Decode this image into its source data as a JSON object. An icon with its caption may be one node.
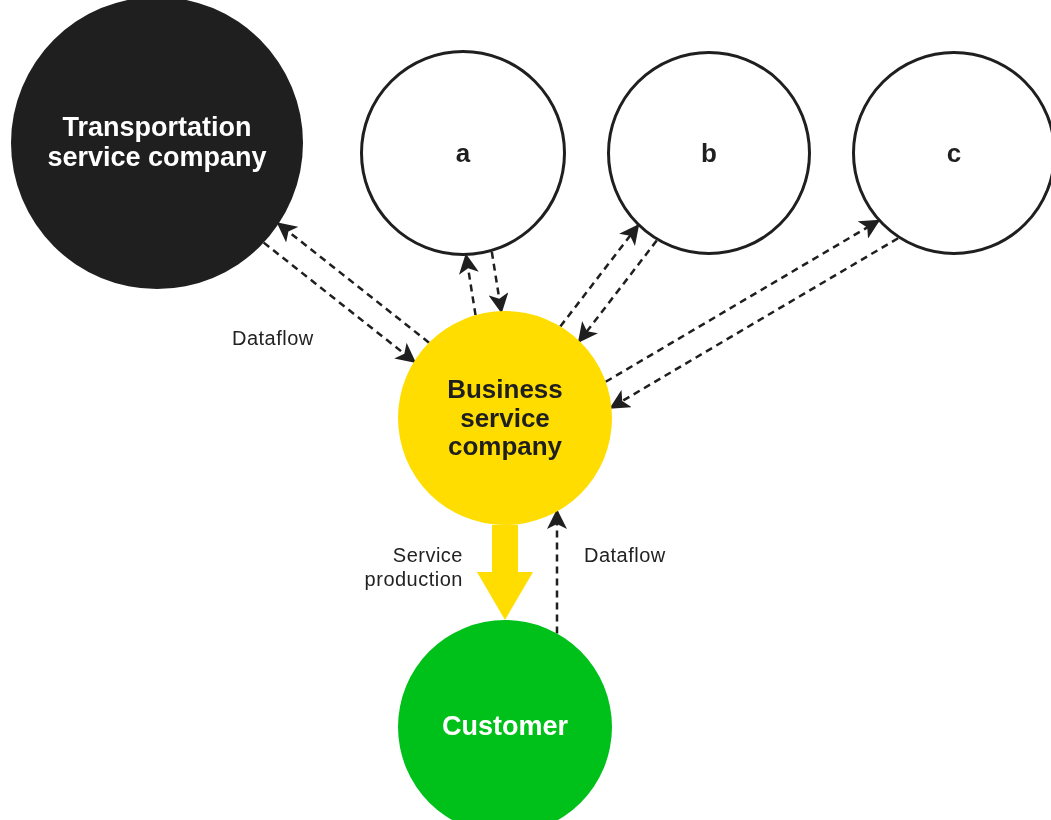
{
  "diagram": {
    "nodes": [
      {
        "text": [
          "Transportation service company"
        ]
      },
      {
        "text": [
          "a"
        ]
      },
      {
        "text": [
          "b"
        ]
      },
      {
        "text": [
          "c"
        ]
      },
      {
        "text": [
          "Business service company"
        ]
      },
      {
        "text": [
          "Customer"
        ]
      }
    ],
    "edges": [
      {
        "from": 4,
        "to": 0,
        "arrow": "to",
        "style": "dashed"
      },
      {
        "from": 0,
        "to": 4,
        "arrow": "to",
        "style": "dashed",
        "label": "Dataflow"
      },
      {
        "from": 4,
        "to": 1,
        "arrow": "to",
        "style": "dashed"
      },
      {
        "from": 1,
        "to": 4,
        "arrow": "to",
        "style": "dashed"
      },
      {
        "from": 4,
        "to": 2,
        "arrow": "to",
        "style": "dashed"
      },
      {
        "from": 2,
        "to": 4,
        "arrow": "to",
        "style": "dashed"
      },
      {
        "from": 4,
        "to": 3,
        "arrow": "to",
        "style": "dashed"
      },
      {
        "from": 3,
        "to": 4,
        "arrow": "to",
        "style": "dashed"
      },
      {
        "from": 4,
        "to": 5,
        "arrow": "to",
        "style": "thick",
        "color": "#ffdd00",
        "label": "Service production"
      },
      {
        "from": 5,
        "to": 4,
        "arrow": "to",
        "style": "dashed",
        "label": "Dataflow"
      }
    ]
  }
}
